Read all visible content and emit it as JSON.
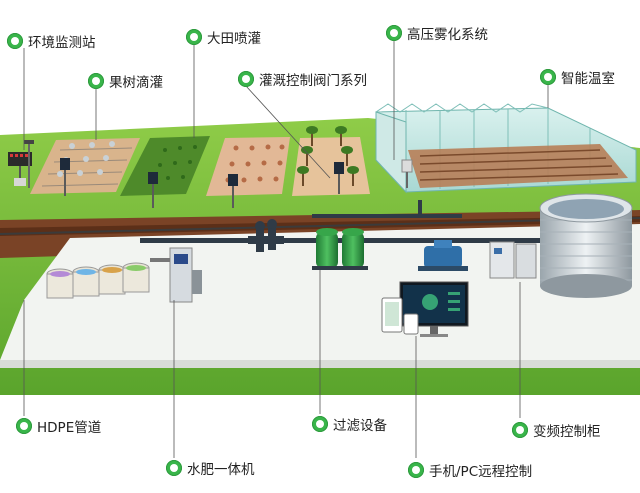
{
  "accent_color": "#39b54a",
  "labels": {
    "env_station": "环境监测站",
    "field_sprinkler": "大田喷灌",
    "high_pressure_mist": "高压雾化系统",
    "orchard_drip": "果树滴灌",
    "valve_series": "灌溉控制阀门系列",
    "smart_greenhouse": "智能温室",
    "hdpe_pipe": "HDPE管道",
    "filter_device": "过滤设备",
    "vfd_cabinet": "变频控制柜",
    "fertigation": "水肥一体机",
    "remote_control": "手机/PC远程控制"
  }
}
